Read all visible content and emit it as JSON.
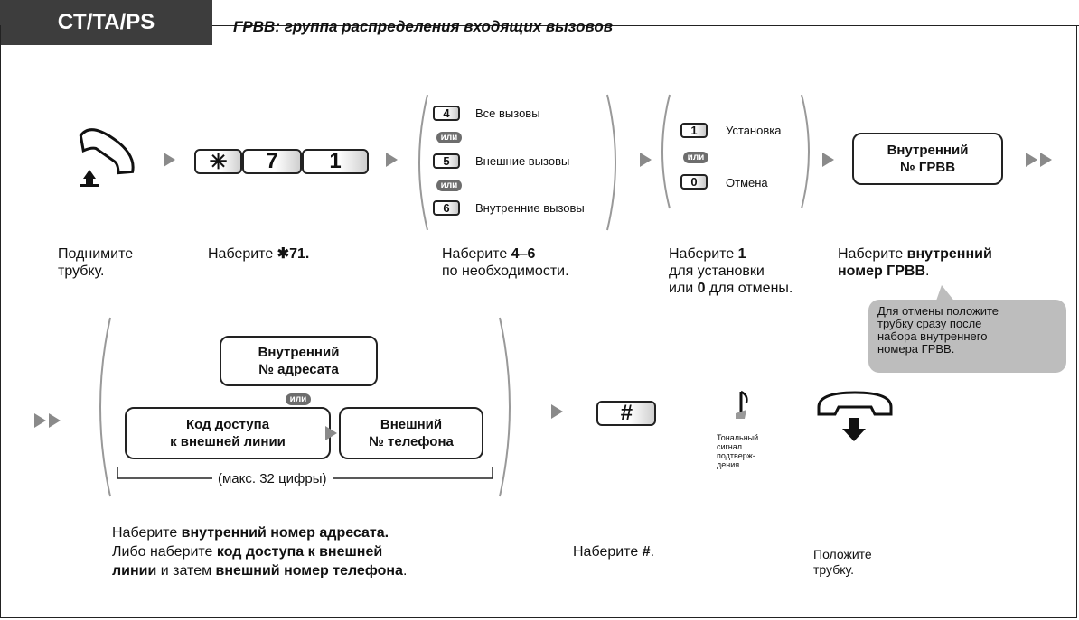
{
  "header": {
    "tab_label": "CT/TA/PS",
    "title": "ГРВВ: группа распределения входящих вызовов"
  },
  "row1": {
    "keys_dial": [
      "7",
      "1"
    ],
    "options_group": {
      "items": [
        {
          "key": "4",
          "label": "Все вызовы"
        },
        {
          "key": "5",
          "label": "Внешние вызовы"
        },
        {
          "key": "6",
          "label": "Внутренние вызовы"
        }
      ],
      "or_label": "или"
    },
    "set_cancel": {
      "items": [
        {
          "key": "1",
          "label": "Установка"
        },
        {
          "key": "0",
          "label": "Отмена"
        }
      ]
    },
    "ext_box": [
      "Внутренний",
      "№ ГРВВ"
    ],
    "captions": {
      "lift": [
        "Поднимите",
        "трубку."
      ],
      "dial": [
        "Наберите ",
        "71."
      ],
      "choose": {
        "pre": "Наберите ",
        "bold": "4",
        "dash": "–",
        "bold2": "6",
        "line2": "по необходимости."
      },
      "setc": {
        "pre": "Наберите ",
        "bold": "1",
        "line2": "для установки",
        "line3_pre": "или ",
        "line3_bold": "0",
        "line3_post": " для отмены."
      },
      "ext": {
        "pre": "Наберите ",
        "bold": "внутренний",
        "line2_bold": "номер ГРВВ",
        "line2_post": "."
      }
    },
    "bubble": [
      "Для отмены положите",
      "трубку сразу после",
      "набора внутреннего",
      "номера ГРВВ."
    ]
  },
  "row2": {
    "dest_box": [
      "Внутренний",
      "№ адресата"
    ],
    "or_label": "или",
    "access_box": [
      "Код доступа",
      "к внешней линии"
    ],
    "phone_box": [
      "Внешний",
      "№ телефона"
    ],
    "max_digits": "(макс. 32 цифры)",
    "hash_key": "#",
    "tone": [
      "Тональный",
      "сигнал",
      "подтверж-",
      "дения"
    ],
    "captions": {
      "dest": {
        "l1_pre": "Наберите ",
        "l1_bold": "внутренний номер адресата.",
        "l2_pre": "Либо наберите ",
        "l2_bold": "код доступа к внешней",
        "l3_bold": "линии",
        "l3_mid": " и затем ",
        "l3_bold2": "внешний номер телефона",
        "l3_post": "."
      },
      "hash": {
        "pre": "Наберите ",
        "bold": "#",
        "post": "."
      },
      "hangup": [
        "Положите",
        "трубку."
      ]
    }
  },
  "colors": {
    "tab_bg": "#3d3d3d",
    "arrow": "#8a8a8a",
    "bubble": "#bdbdbd",
    "ili_badge": "#6d6d6d"
  }
}
